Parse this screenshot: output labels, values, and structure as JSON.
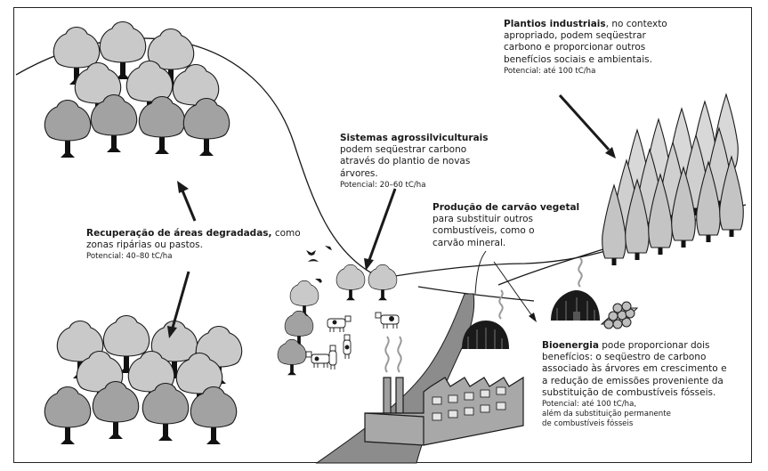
{
  "labels": {
    "industrial": {
      "title": "Plantios industriais",
      "text": ", no contexto apropriado, podem seqüestrar carbono e proporcionar outros benefícios sociais e ambientais.",
      "potential": "Potencial:  até 100 tC/ha"
    },
    "agroforestry": {
      "title": "Sistemas agrossilviculturais",
      "text": "podem seqüestrar carbono através do plantio de novas árvores.",
      "potential": "Potencial: 20–60 tC/ha"
    },
    "charcoal": {
      "title": "Produção de carvão vegetal",
      "text": "para substituir outros combustíveis, como o carvão mineral."
    },
    "recovery": {
      "title": "Recuperação de áreas degradadas,",
      "text": " como zonas ripárias ou pastos.",
      "potential": "Potencial: 40–80 tC/ha"
    },
    "bioenergy": {
      "title": "Bioenergia",
      "text": " pode proporcionar dois benefícios: o seqüestro de carbono associado às árvores em crescimento e a redução de emissões proveniente da substituição de combustíveis fósseis.",
      "potential": "Potencial:  até 100 tC/ha,",
      "potential_extra1": "além da substituição permanente",
      "potential_extra2": "de combustíveis fósseis"
    }
  },
  "colors": {
    "line": "#1a1a1a",
    "canopy_dark": "#a2a2a2",
    "canopy_light": "#c9c9c9",
    "conifer": "#d0d0d0",
    "river": "#8c8c8c",
    "factory": "#a0a0a0"
  }
}
